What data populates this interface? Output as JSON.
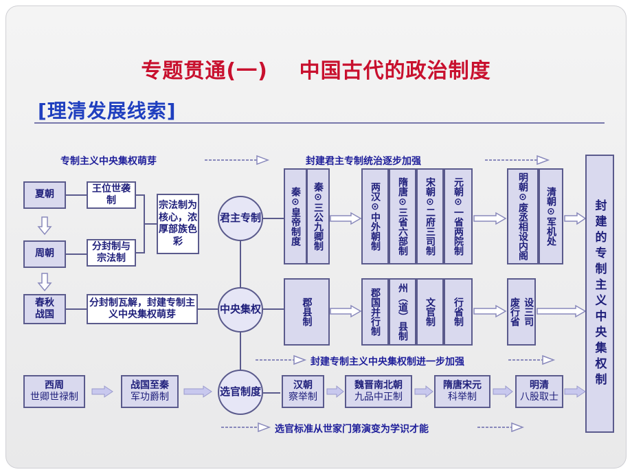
{
  "title": "专题贯通(一)    中国古代的政治制度",
  "section": "[理清发展线索]",
  "notes": {
    "sprout": "专制主义中央集权萌芽",
    "strengthen": "封建君主专制统治逐步加强",
    "further": "封建专制主义中央集权制进一步加强",
    "selection_standard": "选官标准从世家门第演变为学识才能"
  },
  "left": {
    "xia": "夏朝",
    "zhou": "周朝",
    "chunqiu": "春秋\n战国"
  },
  "mid": {
    "hereditary": "王位世袭制",
    "enfeoffment": "分封制与宗法制",
    "collapse": "分封制瓦解，封建专制主义中央集权萌芽",
    "clan": "宗法制为核心，浓厚部族色彩"
  },
  "circles": {
    "monarch": "君主专制",
    "central": "中央集权",
    "selection": "选官制度"
  },
  "qin": {
    "emperor": "秦⊙皇帝制度",
    "ministers": "秦⊙三公九卿制",
    "commandery": "郡县制"
  },
  "middle_top": {
    "han": "两汉⊙中外朝制",
    "suitang": "隋唐⊙三省六部制",
    "song": "宋朝⊙二府三司制",
    "yuan": "元朝⊙一省两院制"
  },
  "middle_bottom": {
    "han": "郡国并行制",
    "suitang": "州︵道︶县制",
    "song": "文官制",
    "yuan": "行省制"
  },
  "mingqing": {
    "ming": "明朝⊙废丞相设内阁",
    "qing": "清朝⊙军机处",
    "sansi": "设三司",
    "feisheng": "废行省"
  },
  "final": "封建的专制主义中央集权制",
  "bottom": [
    {
      "era": "西周",
      "system": "世卿世禄制"
    },
    {
      "era": "战国至秦",
      "system": "军功爵制"
    },
    {
      "era": "汉朝",
      "system": "察举制"
    },
    {
      "era": "魏晋南北朝",
      "system": "九品中正制"
    },
    {
      "era": "隋唐宋元",
      "system": "科举制"
    },
    {
      "era": "明清",
      "system": "八股取士"
    }
  ]
}
